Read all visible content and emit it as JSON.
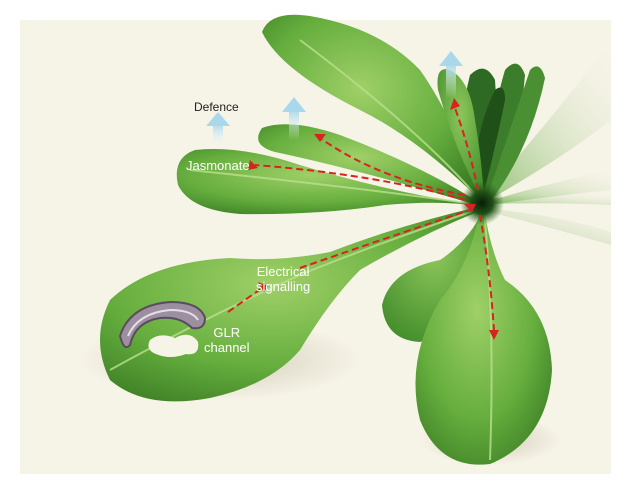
{
  "labels": {
    "defence": "Defence",
    "jasmonate": "Jasmonate",
    "electrical_line1": "Electrical",
    "electrical_line2": "signalling",
    "glr_line1": "GLR",
    "glr_line2": "channel"
  },
  "colors": {
    "background": "#f6f3e7",
    "leaf_light": "#8fc85a",
    "leaf_mid": "#5ea83a",
    "leaf_dark": "#2f6e1e",
    "center": "#0c2a0c",
    "signal_arrow": "#d8231f",
    "defence_arrow": "#a9d8ec",
    "caterpillar": "#9c8fa0"
  }
}
